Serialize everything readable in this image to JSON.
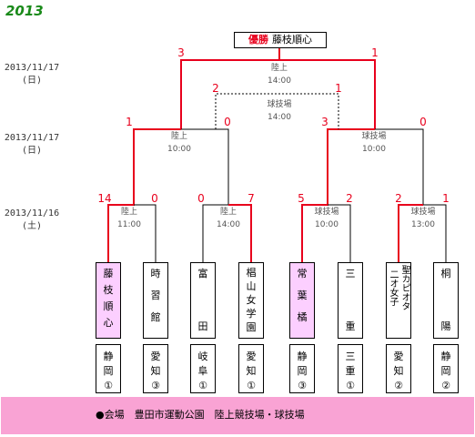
{
  "year": "2013",
  "champion": {
    "label": "優勝",
    "team": "藤枝順心"
  },
  "dates": [
    {
      "date": "2013/11/17",
      "day": "(日)"
    },
    {
      "date": "2013/11/17",
      "day": "(日)"
    },
    {
      "date": "2013/11/16",
      "day": "(土)"
    }
  ],
  "final": {
    "venue": "陸上",
    "time": "14:00",
    "score_left": "3",
    "score_right": "1"
  },
  "third_place": {
    "venue": "球技場",
    "time": "14:00",
    "score_left": "2",
    "score_right": "1"
  },
  "semifinals": [
    {
      "venue": "陸上",
      "time": "10:00",
      "score_left": "1",
      "score_right": "0"
    },
    {
      "venue": "球技場",
      "time": "10:00",
      "score_left": "3",
      "score_right": "0"
    }
  ],
  "quarterfinals": [
    {
      "venue": "陸上",
      "time": "11:00",
      "score_left": "14",
      "score_right": "0"
    },
    {
      "venue": "陸上",
      "time": "14:00",
      "score_left": "0",
      "score_right": "7"
    },
    {
      "venue": "球技場",
      "time": "10:00",
      "score_left": "5",
      "score_right": "2"
    },
    {
      "venue": "球技場",
      "time": "13:00",
      "score_left": "2",
      "score_right": "1"
    }
  ],
  "teams": [
    {
      "chars": [
        "藤",
        "枝",
        "順",
        "心"
      ],
      "pref": [
        "静",
        "岡",
        "①"
      ],
      "winner": true
    },
    {
      "chars": [
        "時",
        "習",
        "館"
      ],
      "pref": [
        "愛",
        "知",
        "③"
      ],
      "winner": false
    },
    {
      "chars": [
        "富",
        "田"
      ],
      "pref": [
        "岐",
        "阜",
        "①"
      ],
      "winner": false
    },
    {
      "chars": [
        "椙",
        "山",
        "女",
        "学",
        "園"
      ],
      "pref": [
        "愛",
        "知",
        "①"
      ],
      "winner": false
    },
    {
      "chars": [
        "常",
        "葉",
        "橘"
      ],
      "pref": [
        "静",
        "岡",
        "③"
      ],
      "winner": true
    },
    {
      "chars": [
        "三",
        "重"
      ],
      "pref": [
        "三",
        "重",
        "①"
      ],
      "winner": false
    },
    {
      "chars": [
        "聖カピオタ",
        "二オ女子"
      ],
      "pref": [
        "愛",
        "知",
        "②"
      ],
      "winner": false
    },
    {
      "chars": [
        "桐",
        "陽"
      ],
      "pref": [
        "静",
        "岡",
        "②"
      ],
      "winner": false
    }
  ],
  "footer": "●会場　豊田市運動公園　陸上競技場・球技場",
  "colors": {
    "win_line": "#e8001c",
    "loss_line": "#000000",
    "winner_fill": "#fccfff",
    "footer_bg": "#f9a3d4",
    "year": "#1a8a1a"
  }
}
